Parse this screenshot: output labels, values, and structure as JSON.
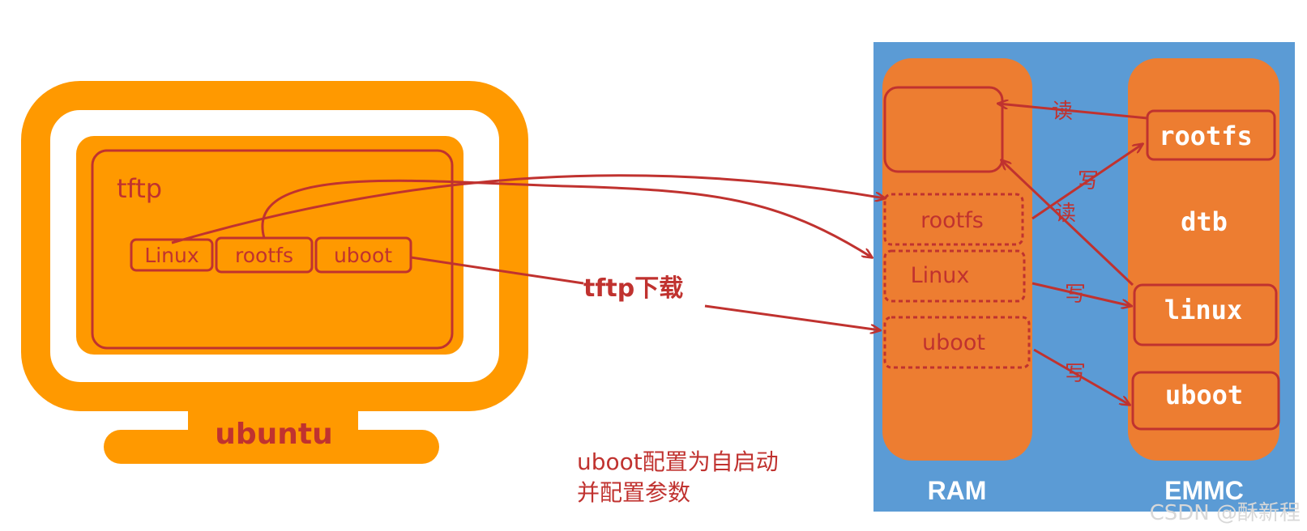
{
  "monitor": {
    "label": "ubuntu",
    "app_label": "tftp",
    "files": [
      "Linux",
      "rootfs",
      "uboot"
    ]
  },
  "transfer_label": "tftp下载",
  "caption": {
    "line1": "uboot配置为自启动",
    "line2": "并配置参数"
  },
  "ram": {
    "label": "RAM",
    "slots": [
      "rootfs",
      "Linux",
      "uboot"
    ]
  },
  "emmc": {
    "label": "EMMC",
    "partitions": [
      "rootfs",
      "dtb",
      "linux",
      "uboot"
    ]
  },
  "arrow_labels": {
    "read_1": "读",
    "write_1": "写",
    "read_2": "读",
    "write_2": "写",
    "write_3": "写"
  },
  "watermark": "CSDN @酥新程",
  "colors": {
    "monitor": "#ff9900",
    "panel": "#5b9bd5",
    "block": "#ed7d31",
    "ink": "#c0322f"
  }
}
